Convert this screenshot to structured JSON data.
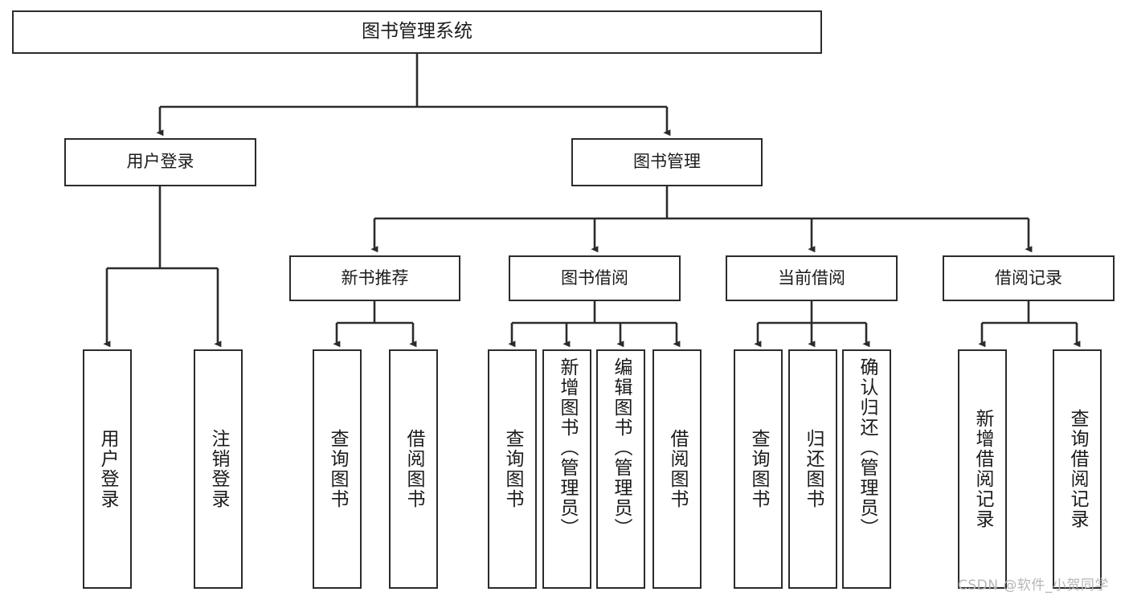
{
  "diagram": {
    "title": "图书管理系统",
    "type": "tree",
    "root": {
      "label": "图书管理系统",
      "children": [
        {
          "label": "用户登录",
          "children": [
            {
              "label": "用户登录"
            },
            {
              "label": "注销登录"
            }
          ]
        },
        {
          "label": "图书管理",
          "children": [
            {
              "label": "新书推荐",
              "children": [
                {
                  "label": "查询图书"
                },
                {
                  "label": "借阅图书"
                }
              ]
            },
            {
              "label": "图书借阅",
              "children": [
                {
                  "label": "查询图书"
                },
                {
                  "label": "新增图书（管理员）"
                },
                {
                  "label": "编辑图书（管理员）"
                },
                {
                  "label": "借阅图书"
                }
              ]
            },
            {
              "label": "当前借阅",
              "children": [
                {
                  "label": "查询图书"
                },
                {
                  "label": "归还图书"
                },
                {
                  "label": "确认归还（管理员）"
                }
              ]
            },
            {
              "label": "借阅记录",
              "children": [
                {
                  "label": "新增借阅记录"
                },
                {
                  "label": "查询借阅记录"
                }
              ]
            }
          ]
        }
      ]
    }
  },
  "nodes": {
    "root": "图书管理系统",
    "user_login": "用户登录",
    "book_manage": "图书管理",
    "new_book_rec": "新书推荐",
    "book_borrow": "图书借阅",
    "current_borrow": "当前借阅",
    "borrow_record": "借阅记录",
    "leaf_user_login": "用户登录",
    "leaf_logout": "注销登录",
    "leaf_query_book_1": "查询图书",
    "leaf_borrow_book_1": "借阅图书",
    "leaf_query_book_2": "查询图书",
    "leaf_add_book_admin": "新增图书（管理员）",
    "leaf_edit_book_admin": "编辑图书（管理员）",
    "leaf_borrow_book_2": "借阅图书",
    "leaf_query_book_3": "查询图书",
    "leaf_return_book": "归还图书",
    "leaf_confirm_return_admin": "确认归还（管理员）",
    "leaf_add_record": "新增借阅记录",
    "leaf_query_record": "查询借阅记录"
  },
  "watermark": {
    "text": "CSDN @软件_小贺同学"
  },
  "colors": {
    "stroke": "#2b2b2b",
    "background": "#ffffff",
    "text": "#1b1b1b",
    "watermark": "#b6b6b6"
  }
}
